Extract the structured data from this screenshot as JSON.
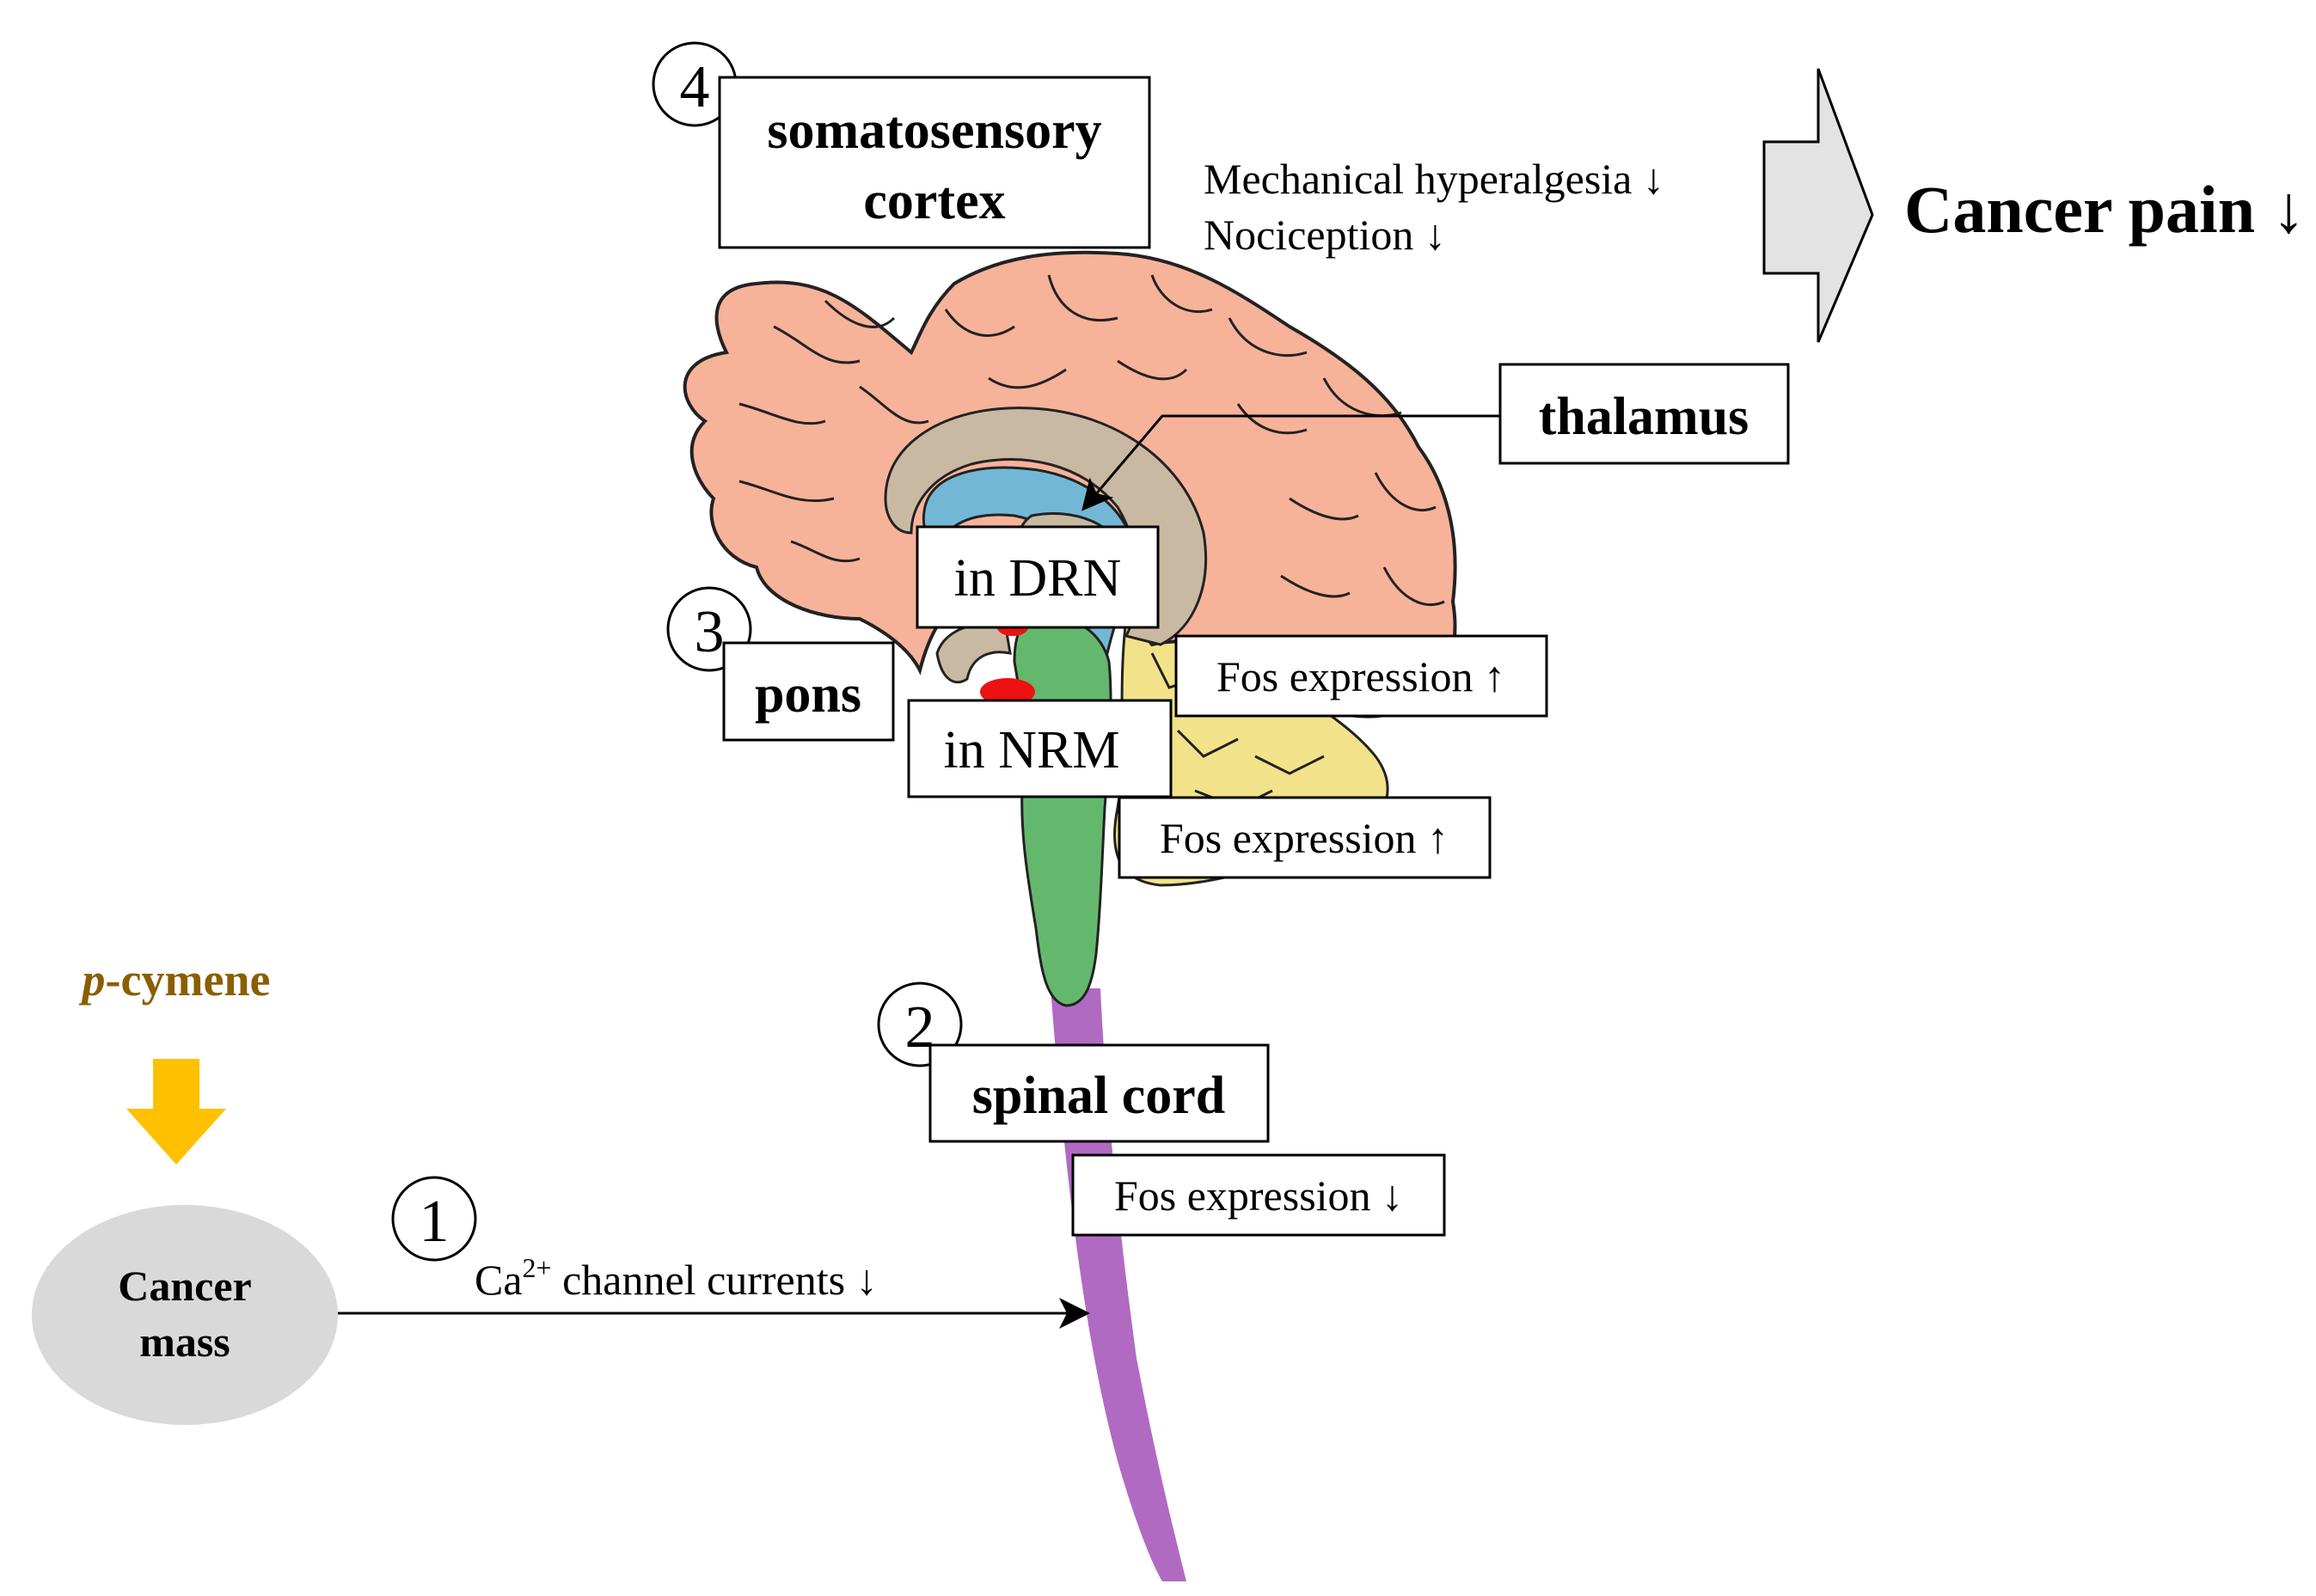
{
  "compound": {
    "prefix": "p",
    "suffix": "-cymene",
    "color": "#8B5E00"
  },
  "arrow_color": "#FFC000",
  "cancer_mass": {
    "line1": "Cancer",
    "line2": "mass"
  },
  "steps": [
    {
      "number": "1",
      "label_base": "Ca",
      "label_sup": "2+",
      "label_rest": " channel currents ↓"
    },
    {
      "number": "2",
      "label": "spinal cord",
      "note": "Fos expression ↓"
    },
    {
      "number": "3",
      "label": "pons",
      "drn": "in DRN",
      "drn_note": "Fos expression ↑",
      "nrm": "in NRM",
      "nrm_note": "Fos expression ↑"
    },
    {
      "number": "4",
      "label_line1": "somatosensory",
      "label_line2": "cortex"
    }
  ],
  "thalamus": "thalamus",
  "effects": [
    "Mechanical hyperalgesia ↓",
    "Nociception ↓"
  ],
  "outcome": "Cancer pain ↓",
  "colors": {
    "cortex": "#F7B29A",
    "ventricle": "#72B8D6",
    "inner": "#C9B9A2",
    "brainstem": "#64B86E",
    "cerebellum": "#F2E38A",
    "spinal": "#B16AC2",
    "nuclei": "#EE1111",
    "mass": "#D9D9D9",
    "big_arrow": "#E3E3E3"
  }
}
